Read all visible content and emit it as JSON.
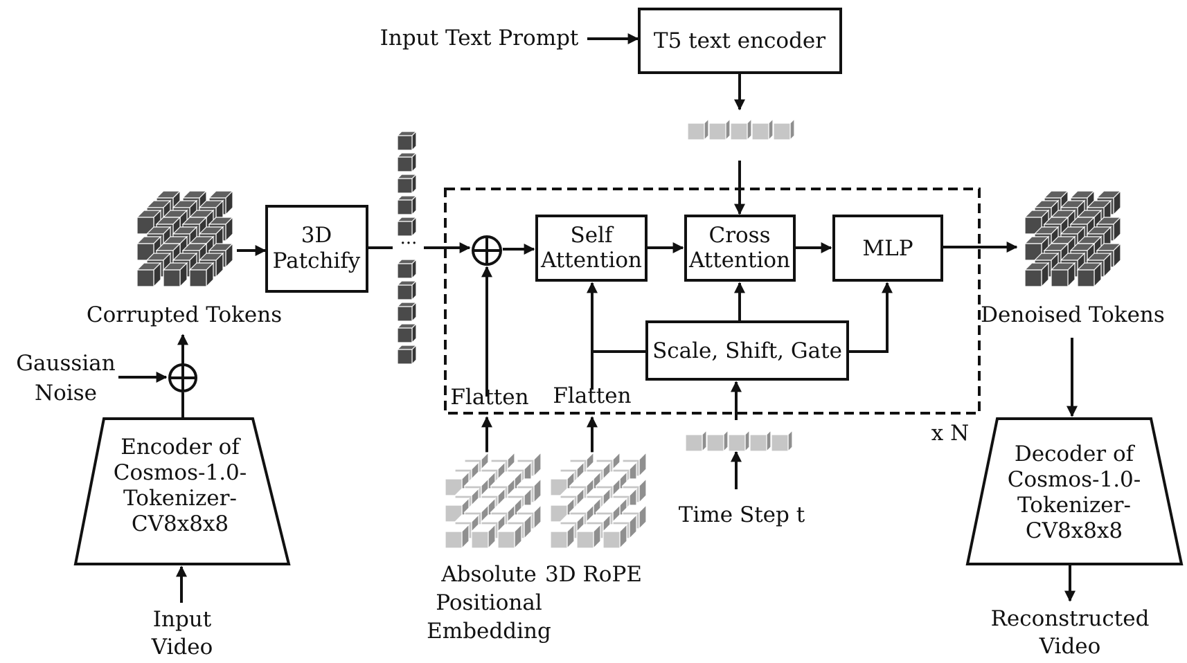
{
  "labels": {
    "input_text_prompt": "Input Text Prompt",
    "t5_encoder": "T5 text encoder",
    "patchify_line1": "3D",
    "patchify_line2": "Patchify",
    "self_attention_line1": "Self",
    "self_attention_line2": "Attention",
    "cross_attention_line1": "Cross",
    "cross_attention_line2": "Attention",
    "mlp": "MLP",
    "scale_shift_gate": "Scale, Shift, Gate",
    "flatten_left": "Flatten",
    "flatten_right": "Flatten",
    "repeat": "x N",
    "corrupted_tokens": "Corrupted Tokens",
    "denoised_tokens": "Denoised Tokens",
    "gaussian_noise_line1": "Gaussian",
    "gaussian_noise_line2": "Noise",
    "encoder_line1": "Encoder of",
    "encoder_line2": "Cosmos-1.0-",
    "encoder_line3": "Tokenizer-",
    "encoder_line4": "CV8x8x8",
    "decoder_line1": "Decoder of",
    "decoder_line2": "Cosmos-1.0-",
    "decoder_line3": "Tokenizer-",
    "decoder_line4": "CV8x8x8",
    "input_video_line1": "Input",
    "input_video_line2": "Video",
    "reconstructed_video_line1": "Reconstructed",
    "reconstructed_video_line2": "Video",
    "time_step": "Time Step t",
    "abs_pos_line1": "Absolute",
    "abs_pos_line2": "Positional",
    "abs_pos_line3": "Embedding",
    "rope": "3D RoPE",
    "ellipsis": "···"
  },
  "colors": {
    "dark_cube": "#4a4a4a",
    "light_cube": "#c6c6c6",
    "line": "#111111"
  }
}
